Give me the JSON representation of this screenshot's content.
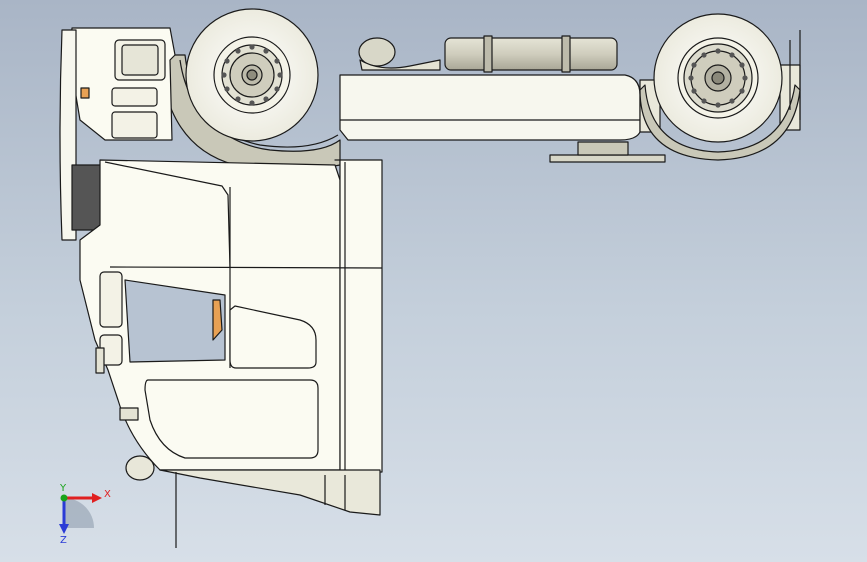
{
  "viewport": {
    "background_top": "#a9b5c6",
    "background_bottom": "#d7dfe8"
  },
  "model": {
    "body_fill": "#fbfbf2",
    "shadow_fill": "#c9c8b8",
    "edge_color": "#1a1a1a",
    "orange_part": "#e8a154"
  },
  "triad": {
    "x_label": "X",
    "y_label": "Y",
    "z_label": "Z",
    "x_color": "#e02020",
    "y_color": "#1aa31a",
    "z_color": "#2a3bd6"
  }
}
